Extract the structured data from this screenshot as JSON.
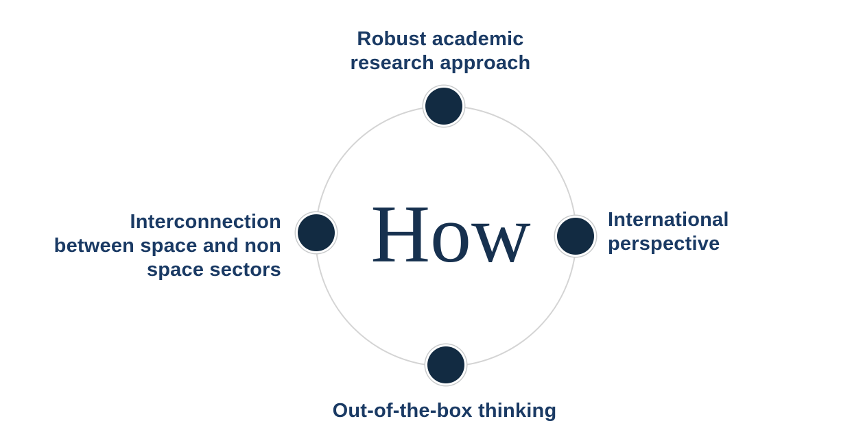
{
  "diagram": {
    "center_word": "How",
    "labels": {
      "top": {
        "lines": [
          "Robust academic",
          "research approach"
        ]
      },
      "right": {
        "lines": [
          "International",
          "perspective"
        ]
      },
      "bottom": {
        "lines": [
          "Out-of-the-box thinking"
        ]
      },
      "left": {
        "lines": [
          "Interconnection",
          "between space and non",
          "space sectors"
        ]
      }
    },
    "colors": {
      "background": "#FFFFFF",
      "circle_stroke": "#D4D4D4",
      "node_fill": "#122B42",
      "node_ring": "#FFFFFF",
      "node_ring_outline": "#C9CBCC",
      "label_text": "#1A3A64",
      "center_text": "#17314F"
    }
  }
}
